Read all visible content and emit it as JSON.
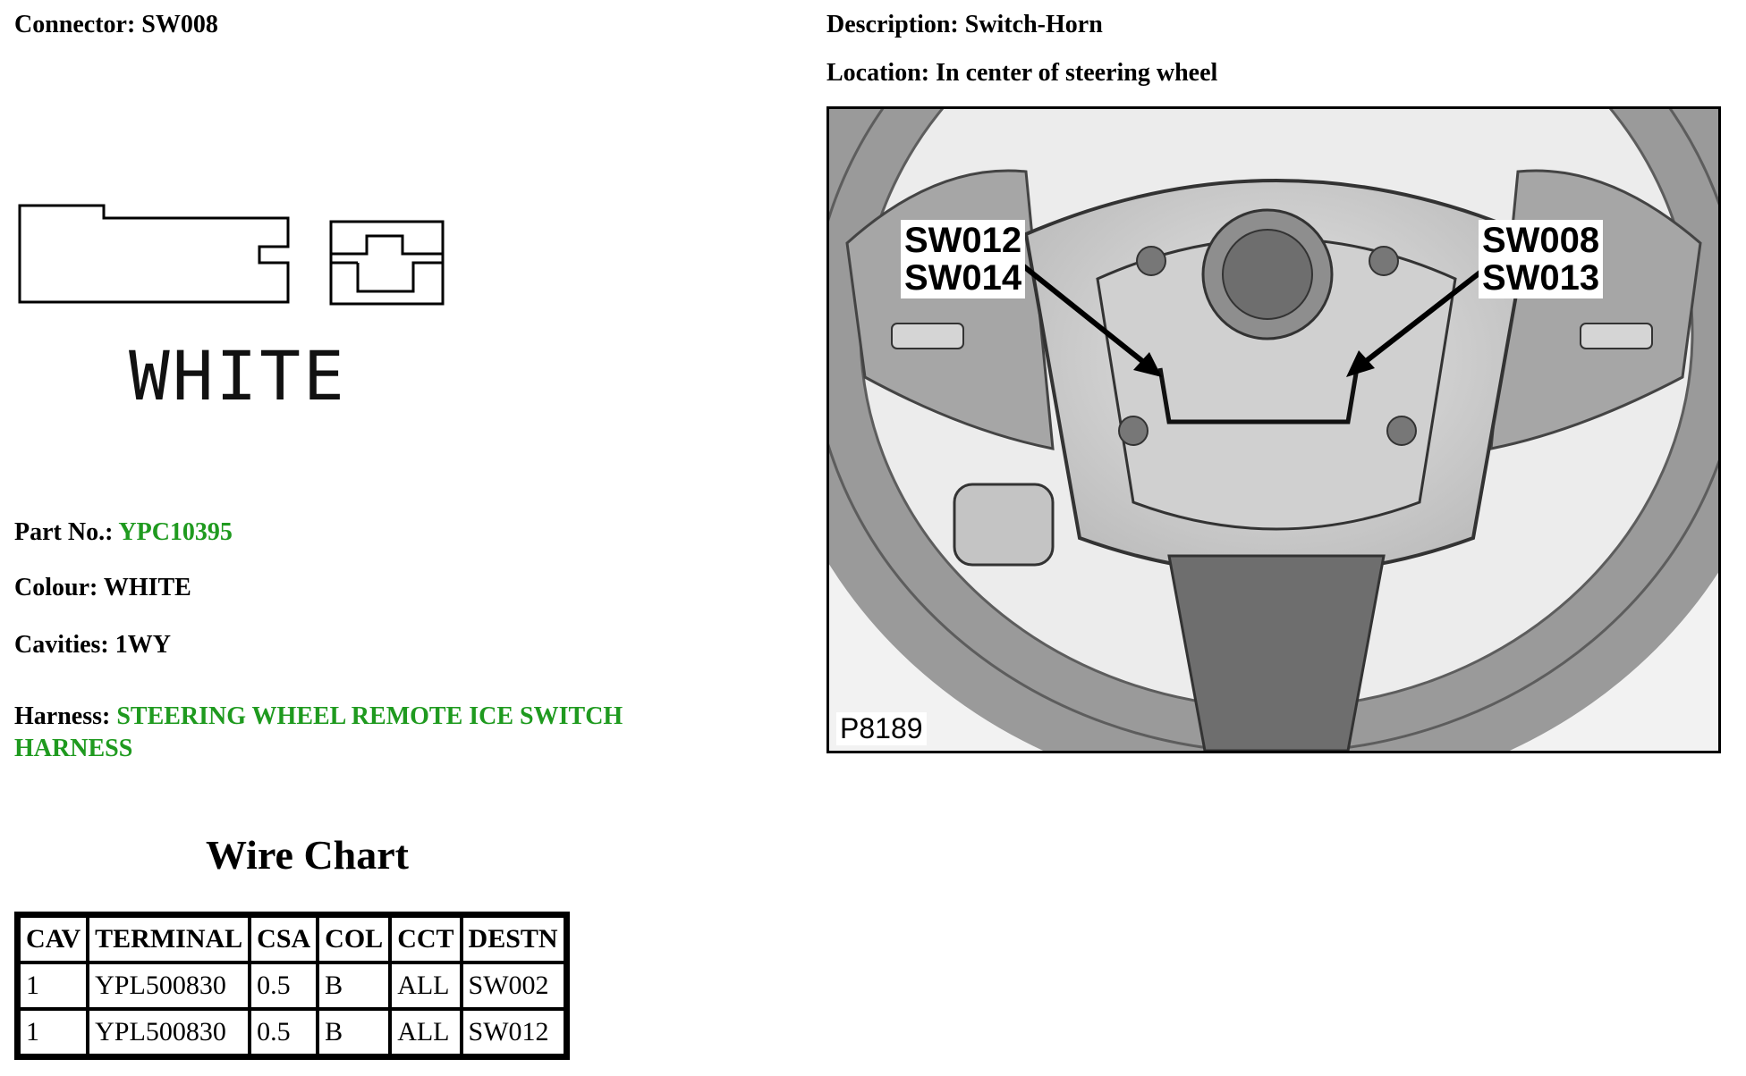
{
  "connector": {
    "label": "Connector:",
    "value": "SW008"
  },
  "description": {
    "label": "Description:",
    "value": "Switch-Horn"
  },
  "location": {
    "label": "Location:",
    "value": "In center of steering wheel"
  },
  "connector_colour_word": "WHITE",
  "part_no": {
    "label": "Part No.:",
    "value": "YPC10395"
  },
  "colour": {
    "label": "Colour:",
    "value": "WHITE"
  },
  "cavities": {
    "label": "Cavities:",
    "value": "1WY"
  },
  "harness": {
    "label": "Harness:",
    "value": "STEERING WHEEL REMOTE ICE SWITCH HARNESS"
  },
  "wire_chart": {
    "title": "Wire Chart",
    "headers": [
      "CAV",
      "TERMINAL",
      "CSA",
      "COL",
      "CCT",
      "DESTN"
    ],
    "rows": [
      [
        "1",
        "YPL500830",
        "0.5",
        "B",
        "ALL",
        "SW002"
      ],
      [
        "1",
        "YPL500830",
        "0.5",
        "B",
        "ALL",
        "SW012"
      ]
    ]
  },
  "figure": {
    "callout_left": [
      "SW012",
      "SW014"
    ],
    "callout_right": [
      "SW008",
      "SW013"
    ],
    "figure_id": "P8189"
  },
  "colors": {
    "link_green": "#1f9a1f"
  }
}
